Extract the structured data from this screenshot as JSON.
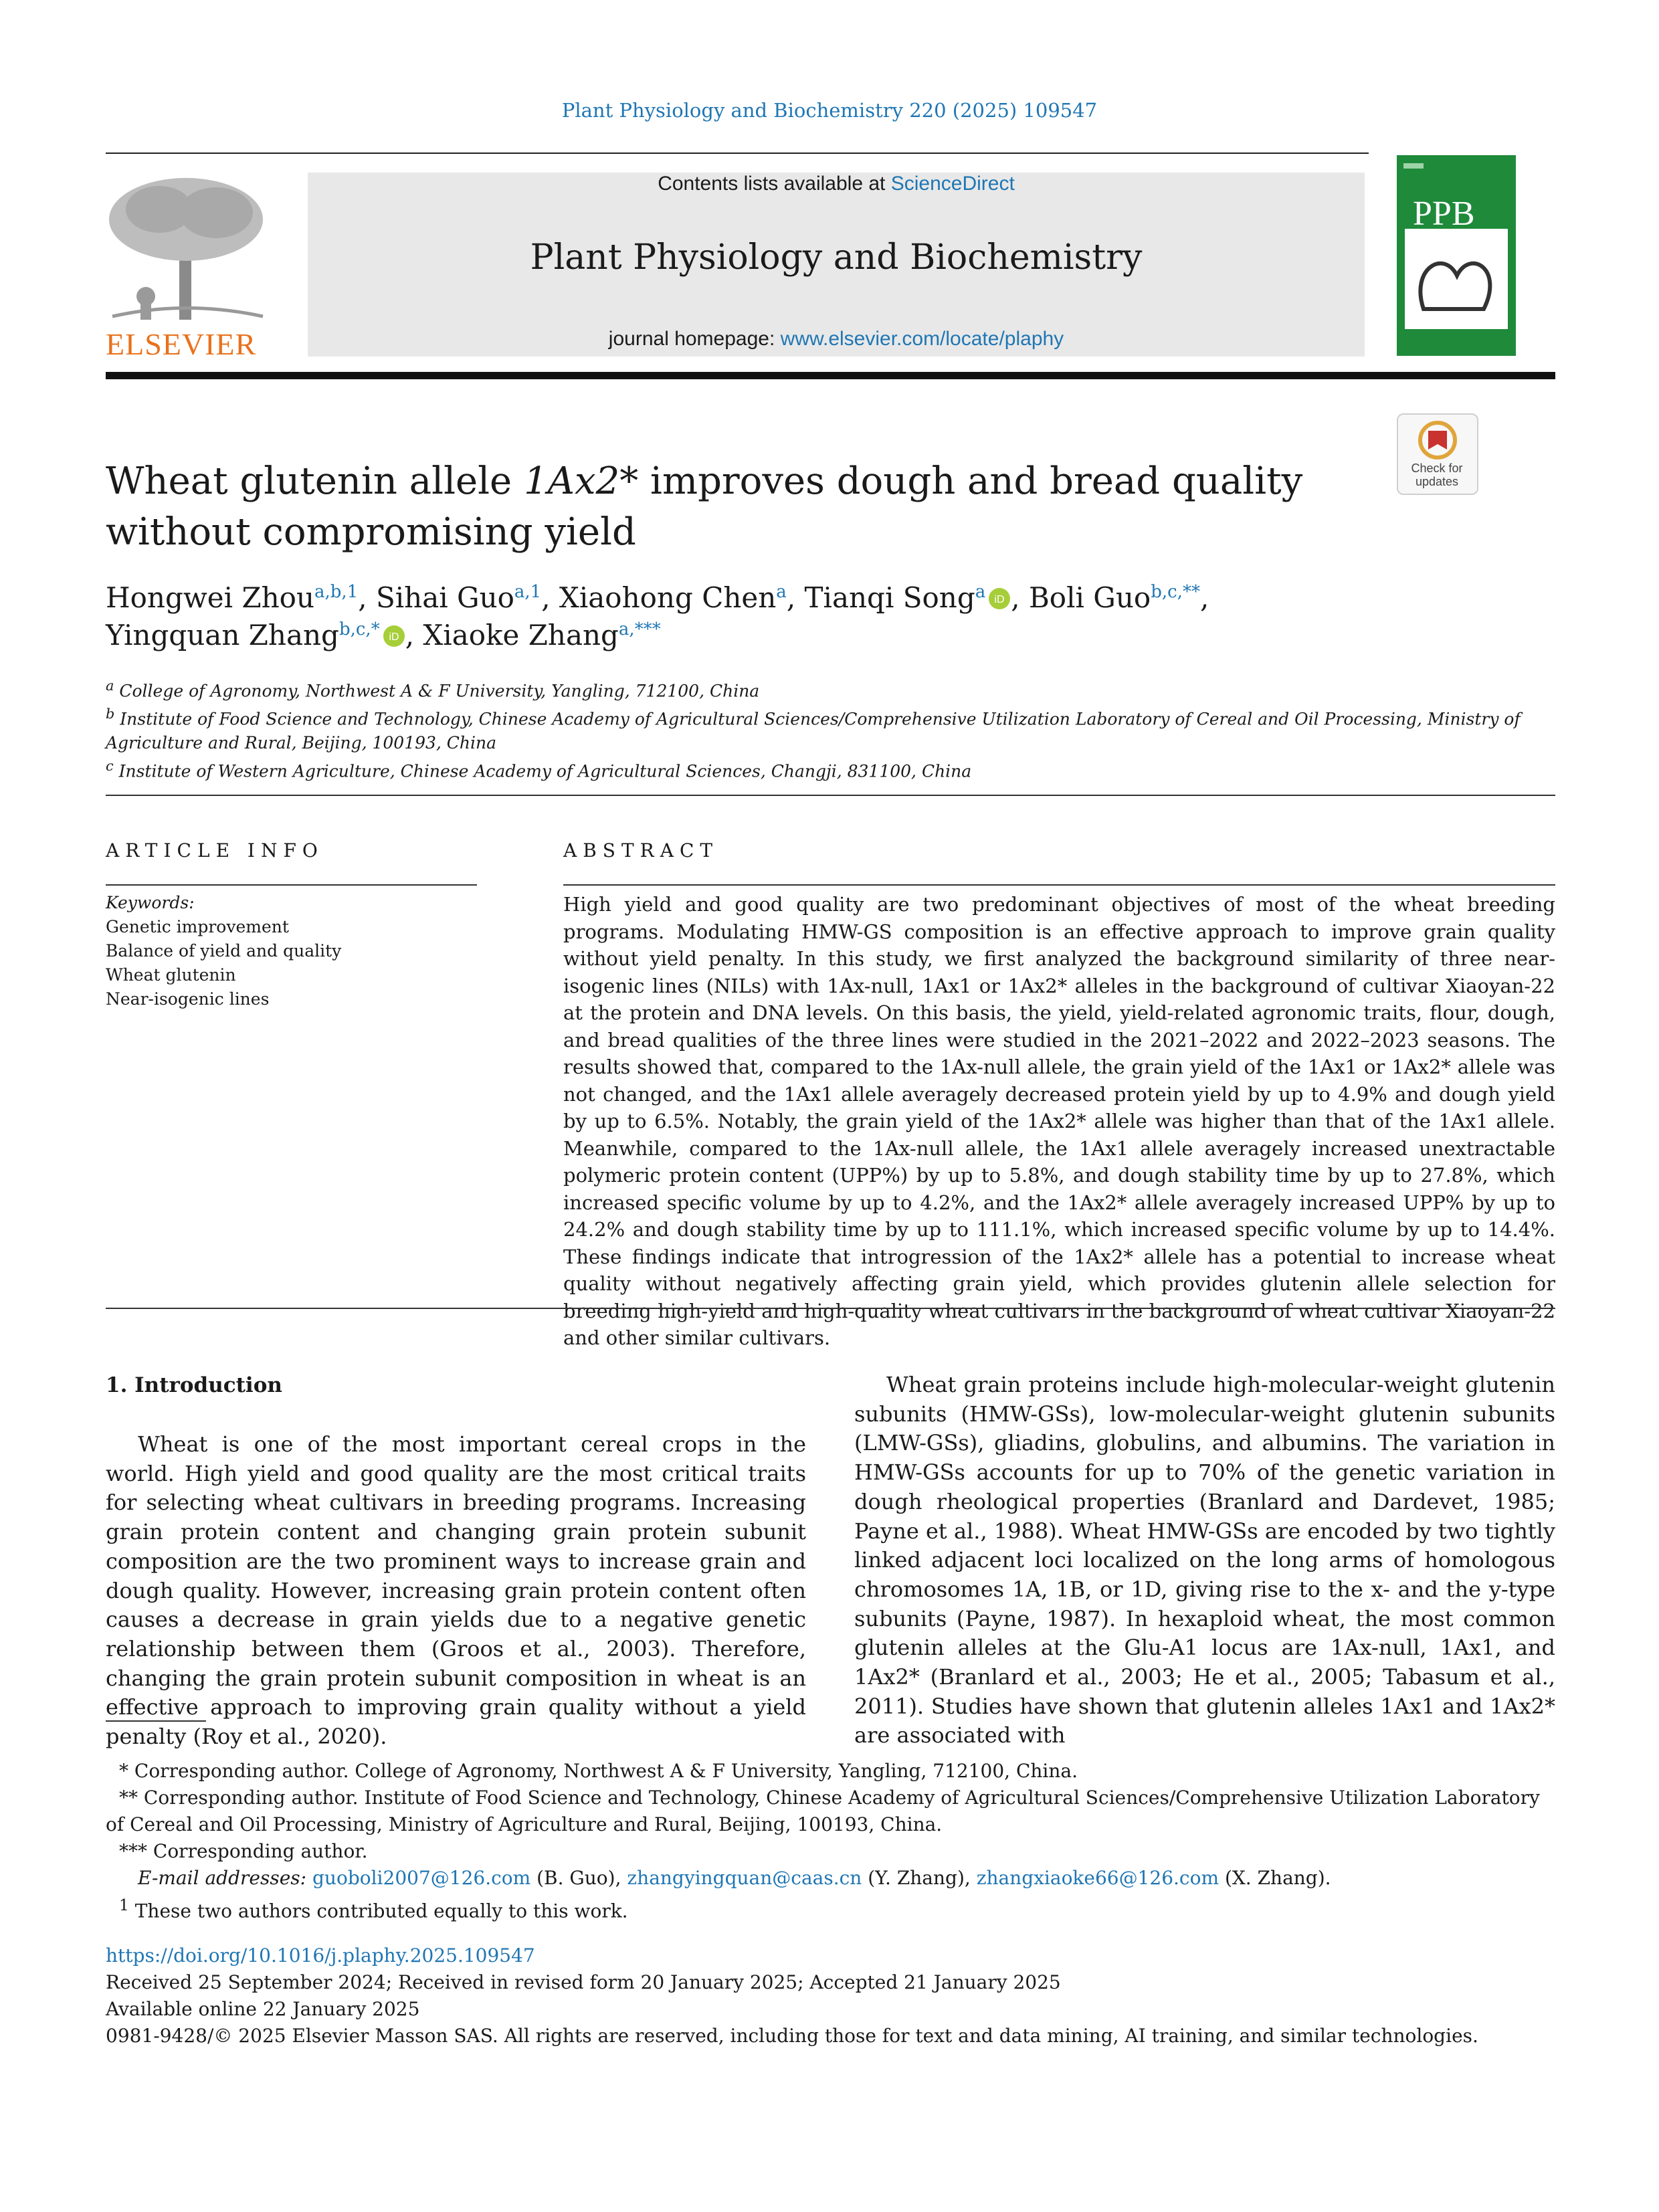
{
  "journal_ref": "Plant Physiology and Biochemistry 220 (2025) 109547",
  "header": {
    "contents_prefix": "Contents lists available at",
    "contents_link": "ScienceDirect",
    "journal_title": "Plant Physiology and Biochemistry",
    "homepage_prefix": "journal homepage:",
    "homepage_link": "www.elsevier.com/locate/plaphy",
    "publisher_logo_text": "ELSEVIER",
    "cover_title": "PPB",
    "check_updates_label": "Check for updates"
  },
  "colors": {
    "link": "#1f76b4",
    "elsevier_orange": "#e9711c",
    "cover_green": "#1e8a3a"
  },
  "article": {
    "title_pre": "Wheat glutenin allele ",
    "title_allele": "1Ax2*",
    "title_post": " improves dough and bread quality without compromising yield",
    "authors": [
      {
        "name": "Hongwei Zhou",
        "marks": "a,b,1"
      },
      {
        "name": "Sihai Guo",
        "marks": "a,1"
      },
      {
        "name": "Xiaohong Chen",
        "marks": "a"
      },
      {
        "name": "Tianqi Song",
        "marks": "a"
      },
      {
        "name": "Boli Guo",
        "marks": "b,c,**"
      },
      {
        "name": "Yingquan Zhang",
        "marks": "b,c,*"
      },
      {
        "name": "Xiaoke Zhang",
        "marks": "a,***"
      }
    ],
    "affiliations": [
      {
        "mark": "a",
        "text": "College of Agronomy, Northwest A & F University, Yangling, 712100, China"
      },
      {
        "mark": "b",
        "text": "Institute of Food Science and Technology, Chinese Academy of Agricultural Sciences/Comprehensive Utilization Laboratory of Cereal and Oil Processing, Ministry of Agriculture and Rural, Beijing, 100193, China"
      },
      {
        "mark": "c",
        "text": "Institute of Western Agriculture, Chinese Academy of Agricultural Sciences, Changji, 831100, China"
      }
    ]
  },
  "article_info": {
    "heading": "ARTICLE INFO",
    "keywords_label": "Keywords:",
    "keywords": [
      "Genetic improvement",
      "Balance of yield and quality",
      "Wheat glutenin",
      "Near-isogenic lines"
    ]
  },
  "abstract": {
    "heading": "ABSTRACT",
    "text": "High yield and good quality are two predominant objectives of most of the wheat breeding programs. Modulating HMW-GS composition is an effective approach to improve grain quality without yield penalty. In this study, we first analyzed the background similarity of three near-isogenic lines (NILs) with 1Ax-null, 1Ax1 or 1Ax2* alleles in the background of cultivar Xiaoyan-22 at the protein and DNA levels. On this basis, the yield, yield-related agronomic traits, flour, dough, and bread qualities of the three lines were studied in the 2021–2022 and 2022–2023 seasons. The results showed that, compared to the 1Ax-null allele, the grain yield of the 1Ax1 or 1Ax2* allele was not changed, and the 1Ax1 allele averagely decreased protein yield by up to 4.9% and dough yield by up to 6.5%. Notably, the grain yield of the 1Ax2* allele was higher than that of the 1Ax1 allele. Meanwhile, compared to the 1Ax-null allele, the 1Ax1 allele averagely increased unextractable polymeric protein content (UPP%) by up to 5.8%, and dough stability time by up to 27.8%, which increased specific volume by up to 4.2%, and the 1Ax2* allele averagely increased UPP% by up to 24.2% and dough stability time by up to 111.1%, which increased specific volume by up to 14.4%. These findings indicate that introgression of the 1Ax2* allele has a potential to increase wheat quality without negatively affecting grain yield, which provides glutenin allele selection for breeding high-yield and high-quality wheat cultivars in the background of wheat cultivar Xiaoyan-22 and other similar cultivars."
  },
  "introduction": {
    "heading": "1. Introduction",
    "left_col": "Wheat is one of the most important cereal crops in the world. High yield and good quality are the most critical traits for selecting wheat cultivars in breeding programs. Increasing grain protein content and changing grain protein subunit composition are the two prominent ways to increase grain and dough quality. However, increasing grain protein content often causes a decrease in grain yields due to a negative genetic relationship between them (Groos et al., 2003). Therefore, changing the grain protein subunit composition in wheat is an effective approach to improving grain quality without a yield penalty (Roy et al., 2020).",
    "right_col": "Wheat grain proteins include high-molecular-weight glutenin subunits (HMW-GSs), low-molecular-weight glutenin subunits (LMW-GSs), gliadins, globulins, and albumins. The variation in HMW-GSs accounts for up to 70% of the genetic variation in dough rheological properties (Branlard and Dardevet, 1985; Payne et al., 1988). Wheat HMW-GSs are encoded by two tightly linked adjacent loci localized on the long arms of homologous chromosomes 1A, 1B, or 1D, giving rise to the x- and the y-type subunits (Payne, 1987). In hexaploid wheat, the most common glutenin alleles at the Glu-A1 locus are 1Ax-null, 1Ax1, and 1Ax2* (Branlard et al., 2003; He et al., 2005; Tabasum et al., 2011). Studies have shown that glutenin alleles 1Ax1 and 1Ax2* are associated with"
  },
  "footnotes": {
    "fn1": "* Corresponding author. College of Agronomy, Northwest A & F University, Yangling, 712100, China.",
    "fn2": "** Corresponding author. Institute of Food Science and Technology, Chinese Academy of Agricultural Sciences/Comprehensive Utilization Laboratory of Cereal and Oil Processing, Ministry of Agriculture and Rural, Beijing, 100193, China.",
    "fn3": "*** Corresponding author.",
    "email_label": "E-mail addresses:",
    "emails": [
      {
        "address": "guoboli2007@126.com",
        "who": "(B. Guo),"
      },
      {
        "address": "zhangyingquan@caas.cn",
        "who": "(Y. Zhang),"
      },
      {
        "address": "zhangxiaoke66@126.com",
        "who": "(X. Zhang)."
      }
    ],
    "fn4_mark": "1",
    "fn4": "These two authors contributed equally to this work."
  },
  "publication": {
    "doi": "https://doi.org/10.1016/j.plaphy.2025.109547",
    "dates": "Received 25 September 2024; Received in revised form 20 January 2025; Accepted 21 January 2025",
    "online": "Available online 22 January 2025",
    "copyright": "0981-9428/© 2025 Elsevier Masson SAS. All rights are reserved, including those for text and data mining, AI training, and similar technologies."
  }
}
